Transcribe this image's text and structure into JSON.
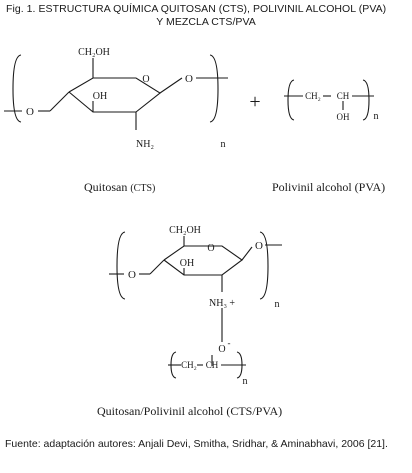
{
  "figure": {
    "title_line1": "Fig. 1. ESTRUCTURA QUÍMICA QUITOSAN (CTS), POLIVINIL ALCOHOL (PVA)",
    "title_line2": "Y MEZCLA CTS/PVA",
    "source_note": "Fuente: adaptación autores: Anjali Devi, Smitha, Sridhar, & Aminabhavi, 2006 [21]."
  },
  "chitosan": {
    "ch2oh": "CH₂OH",
    "oh": "OH",
    "nh2": "NH₂",
    "ring_o": "O",
    "bridge_o_left": "O",
    "bridge_o_right": "O",
    "n": "n",
    "label_main": "Quitosan ",
    "label_abbr": "(CTS)"
  },
  "operator_plus": "+",
  "pva": {
    "ch2": "CH₂",
    "ch": "CH",
    "oh": "OH",
    "n": "n",
    "label": "Polivinil alcohol (PVA)"
  },
  "blend": {
    "ch2oh": "CH₂OH",
    "oh": "OH",
    "ring_o": "O",
    "bridge_o_left": "O",
    "bridge_o_right": "O",
    "nh3": "NH₃ +",
    "o_minus": "O",
    "minus": "-",
    "ch2": "CH₂",
    "ch": "CH",
    "n_main": "n",
    "n_sub": "n",
    "label": "Quitosan/Polivinil alcohol (CTS/PVA)"
  }
}
